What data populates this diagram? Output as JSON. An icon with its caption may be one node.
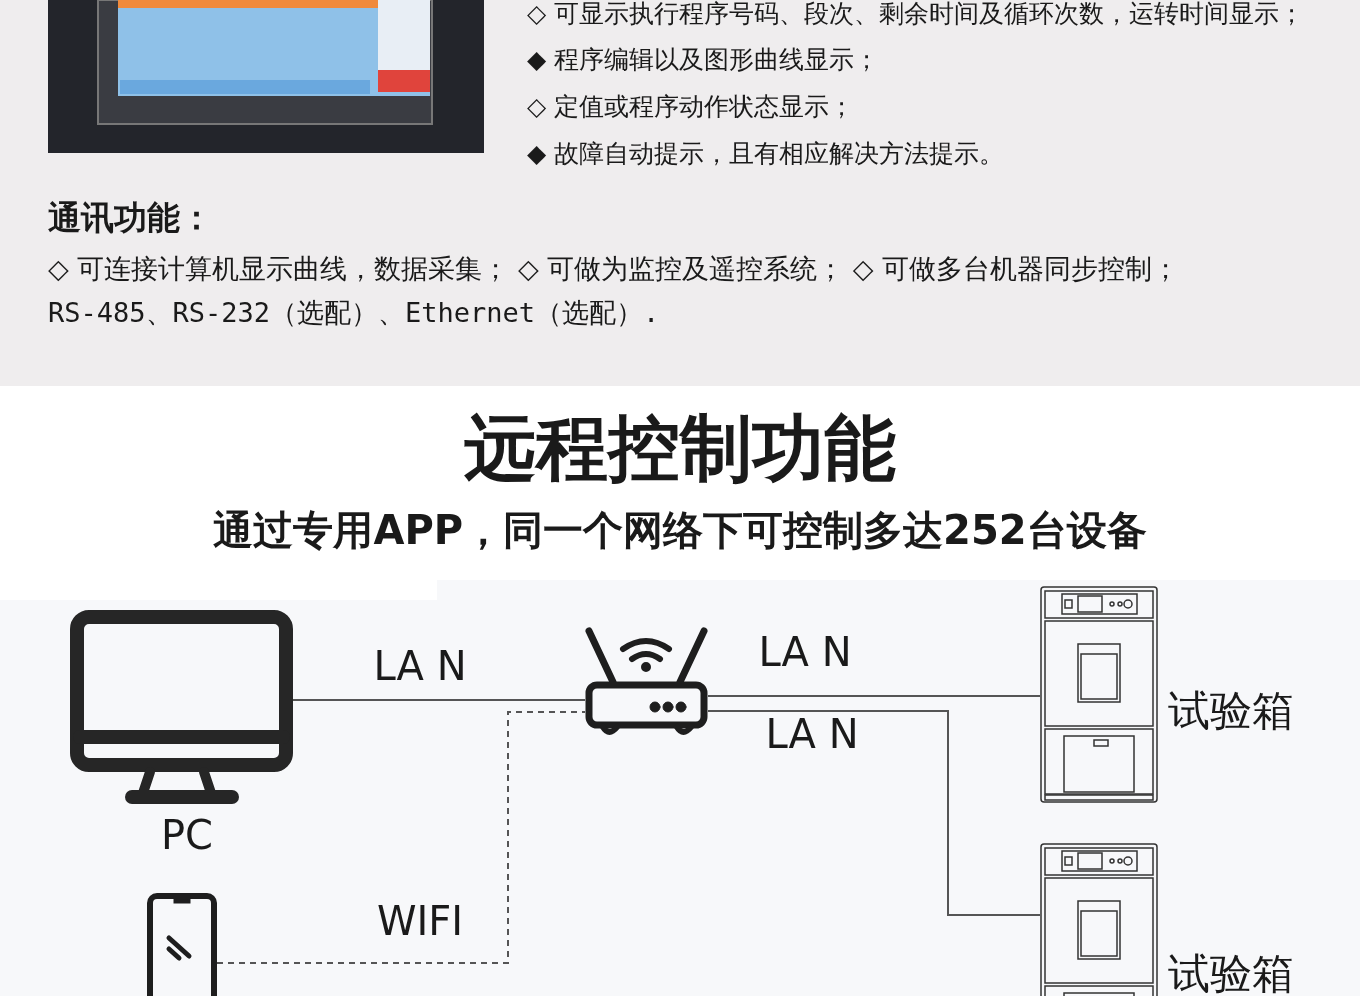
{
  "diagram": {
    "title": "远程控制功能",
    "nodes": [
      {
        "text": [
          "PC"
        ]
      },
      {
        "text": [],
        "shape": "picture"
      },
      {
        "text": [],
        "shape": "picture"
      },
      {
        "text": [
          "试验箱"
        ]
      },
      {
        "text": [
          "试验箱"
        ]
      }
    ],
    "edges": [
      {
        "from": 0,
        "to": 2,
        "arrow": "none",
        "label": "LA N"
      },
      {
        "from": 1,
        "to": 2,
        "arrow": "none",
        "label": "WIFI",
        "style": "dashed"
      },
      {
        "from": 2,
        "to": 3,
        "arrow": "none",
        "label": "LA N"
      },
      {
        "from": 2,
        "to": 4,
        "arrow": "none",
        "label": "LA N"
      }
    ],
    "labels": [
      "◇ 可显示执行程序号码、段次、剩余时间及循环次数，运转时间显示；",
      "◆ 程序编辑以及图形曲线显示；",
      "◇ 定值或程序动作状态显示；",
      "◆ 故障自动提示，且有相应解决方法提示。",
      "通讯功能：",
      "◇ 可连接计算机显示曲线，数据采集； ◇ 可做为监控及遥控系统； ◇ 可做多台机器同步控制；",
      "RS-485、RS-232（选配）、Ethernet（选配）.",
      "通过专用APP，同一个网络下可控制多达252台设备"
    ]
  }
}
